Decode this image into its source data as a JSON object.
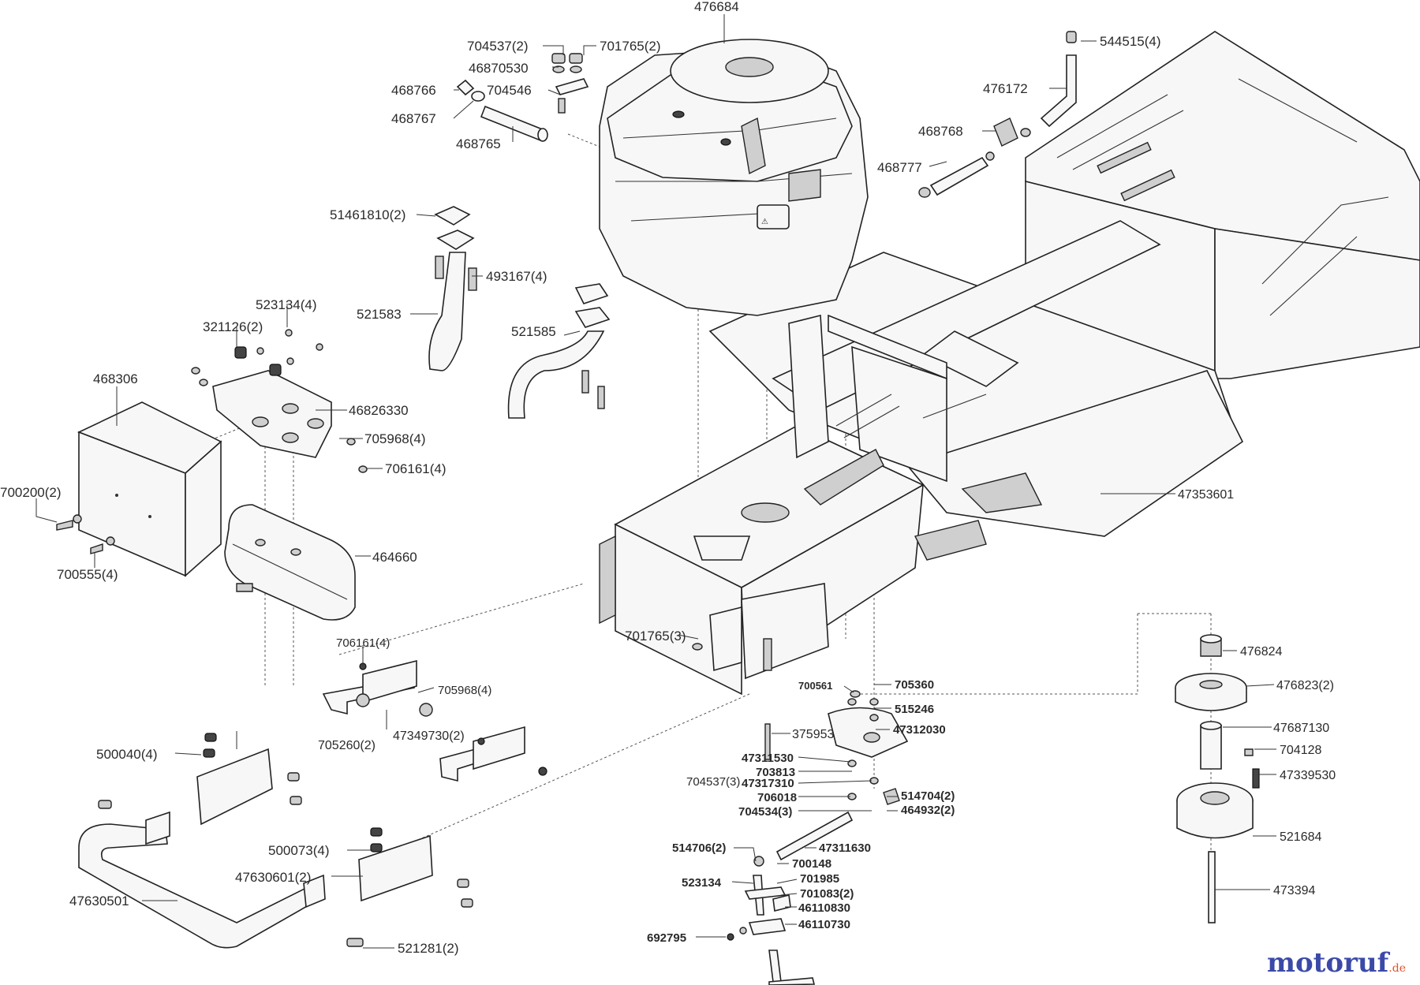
{
  "brand": {
    "name": "motoruf",
    "suffix": ".de"
  },
  "labels": {
    "l01": "476684",
    "l02": "704537(2)",
    "l03": "701765(2)",
    "l04": "46870530",
    "l05": "468766",
    "l06": "704546",
    "l07": "468767",
    "l08": "468765",
    "l09": "544515(4)",
    "l10": "476172",
    "l11": "468768",
    "l12": "468777",
    "l13": "51461810(2)",
    "l14": "493167(4)",
    "l15": "521583",
    "l16": "521585",
    "l17": "523134(4)",
    "l18": "321126(2)",
    "l19": "468306",
    "l20": "46826330",
    "l21": "705968(4)",
    "l22": "706161(4)",
    "l23": "700200(2)",
    "l24": "464660",
    "l25": "700555(4)",
    "l26": "47353601",
    "l27": "701765(3)",
    "l28": "706161(4)",
    "l29": "705968(4)",
    "l30": "47349730(2)",
    "l31": "705260(2)",
    "l32": "500040(4)",
    "l33": "500073(4)",
    "l34": "47630601(2)",
    "l35": "47630501",
    "l36": "521281(2)",
    "l37": "700561",
    "l38": "705360",
    "l39": "515246",
    "l40": "375953",
    "l41": "47312030",
    "l42": "47311530",
    "l43": "703813",
    "l44": "704537(3)",
    "l45": "47317310",
    "l46": "706018",
    "l47": "514704(2)",
    "l48": "704534(3)",
    "l49": "464932(2)",
    "l50": "514706(2)",
    "l51": "47311630",
    "l52": "700148",
    "l53": "523134",
    "l54": "701985",
    "l55": "701083(2)",
    "l56": "46110830",
    "l57": "692795",
    "l58": "46110730",
    "l59": "476824",
    "l60": "476823(2)",
    "l61": "47687130",
    "l62": "704128",
    "l63": "47339530",
    "l64": "521684",
    "l65": "473394"
  }
}
